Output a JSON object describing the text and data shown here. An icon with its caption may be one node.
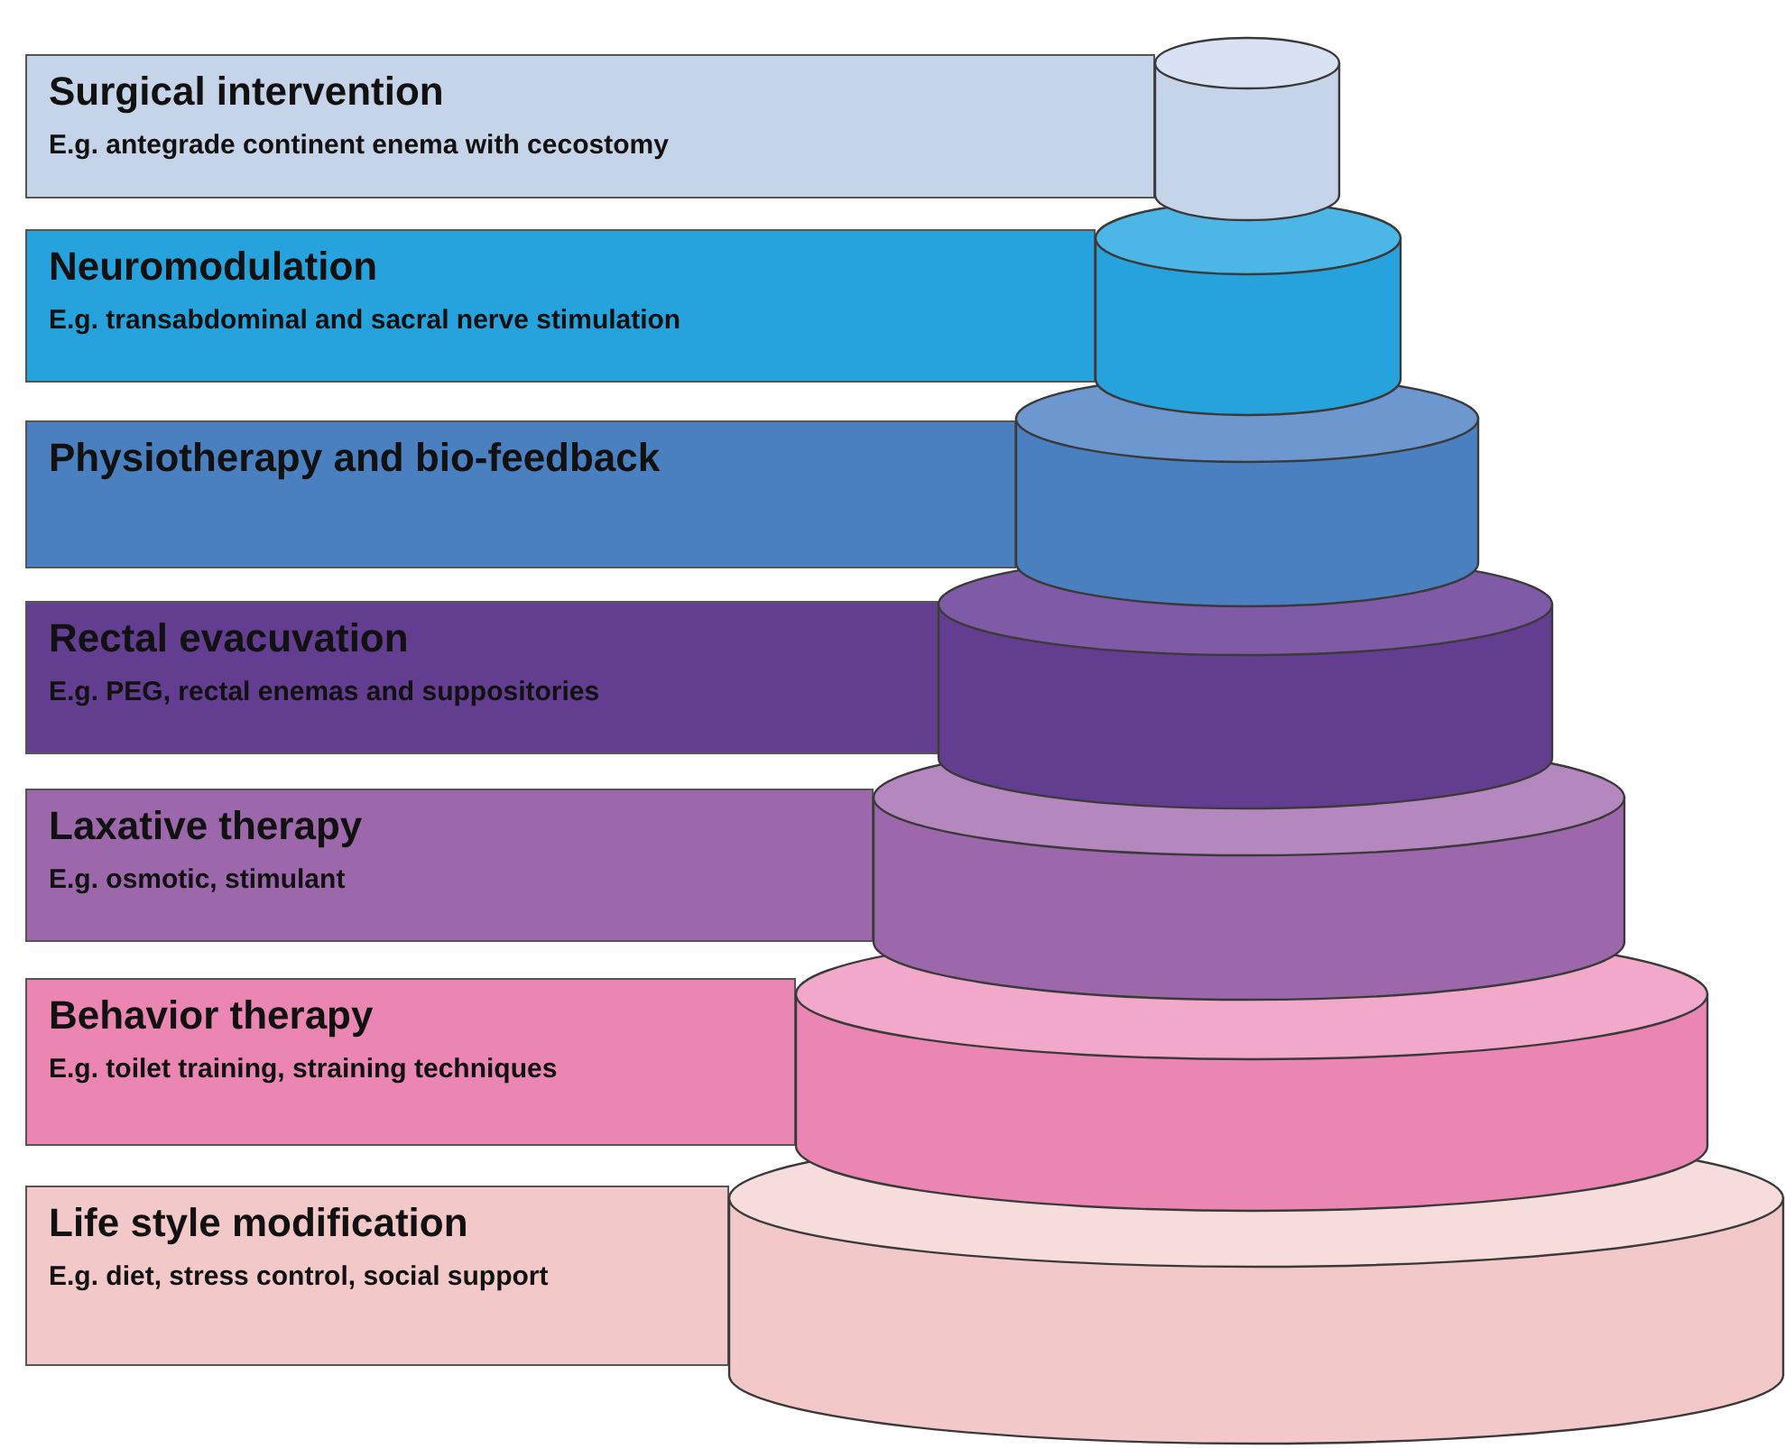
{
  "diagram": {
    "nodes": [
      {
        "text": [
          "Surgical intervention",
          "E.g. antegrade continent enema with cecostomy"
        ]
      },
      {
        "text": [
          "Neuromodulation",
          "E.g. transabdominal and sacral nerve stimulation"
        ]
      },
      {
        "text": [
          "Physiotherapy and bio-feedback"
        ]
      },
      {
        "text": [
          "Rectal evacuvation",
          "E.g. PEG, rectal enemas and suppositories"
        ]
      },
      {
        "text": [
          "Laxative therapy",
          "E.g. osmotic, stimulant"
        ]
      },
      {
        "text": [
          "Behavior therapy",
          "E.g. toilet training, straining techniques"
        ]
      },
      {
        "text": [
          "Life style modification",
          "E.g. diet, stress control, social support"
        ]
      }
    ]
  }
}
